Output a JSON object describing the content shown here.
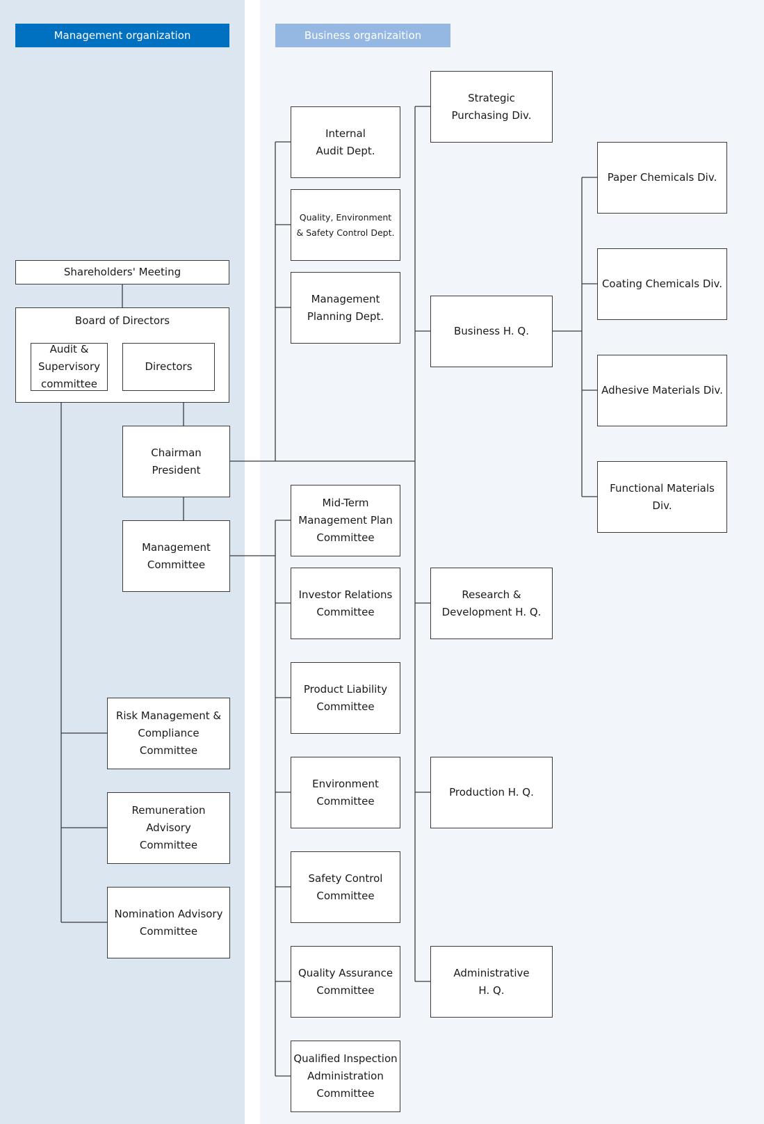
{
  "headers": {
    "management": "Management organization",
    "business": "Business organizaition"
  },
  "management": {
    "shareholders": "Shareholders' Meeting",
    "board": "Board of Directors",
    "audit_committee": "Audit &\nSupervisory\ncommittee",
    "directors": "Directors",
    "chairman": "Chairman\nPresident",
    "management_committee": "Management\nCommittee",
    "risk": "Risk Management &\nCompliance\nCommittee",
    "remuneration": "Remuneration Advisory\nCommittee",
    "nomination": "Nomination Advisory\nCommittee"
  },
  "departments": {
    "internal_audit": "Internal\nAudit Dept.",
    "quality_env_safety": "Quality, Environment\n& Safety Control Dept.",
    "management_planning": "Management\nPlanning Dept."
  },
  "committees": {
    "mid_term": "Mid-Term\nManagement Plan\nCommittee",
    "investor_relations": "Investor Relations\nCommittee",
    "product_liability": "Product Liability\nCommittee",
    "environment": "Environment\nCommittee",
    "safety_control": "Safety Control\nCommittee",
    "quality_assurance": "Quality Assurance\nCommittee",
    "qualified_inspection": "Qualified Inspection\nAdministration\nCommittee"
  },
  "headquarters": {
    "strategic_purchasing": "Strategic\nPurchasing Div.",
    "business_hq": "Business H. Q.",
    "rd_hq": "Research &\nDevelopment H. Q.",
    "production_hq": "Production H. Q.",
    "administrative_hq": "Administrative\nH. Q."
  },
  "divisions": {
    "paper_chemicals": "Paper Chemicals Div.",
    "coating_chemicals": "Coating Chemicals Div.",
    "adhesive_materials": "Adhesive Materials Div.",
    "functional_materials": "Functional Materials\nDiv."
  }
}
